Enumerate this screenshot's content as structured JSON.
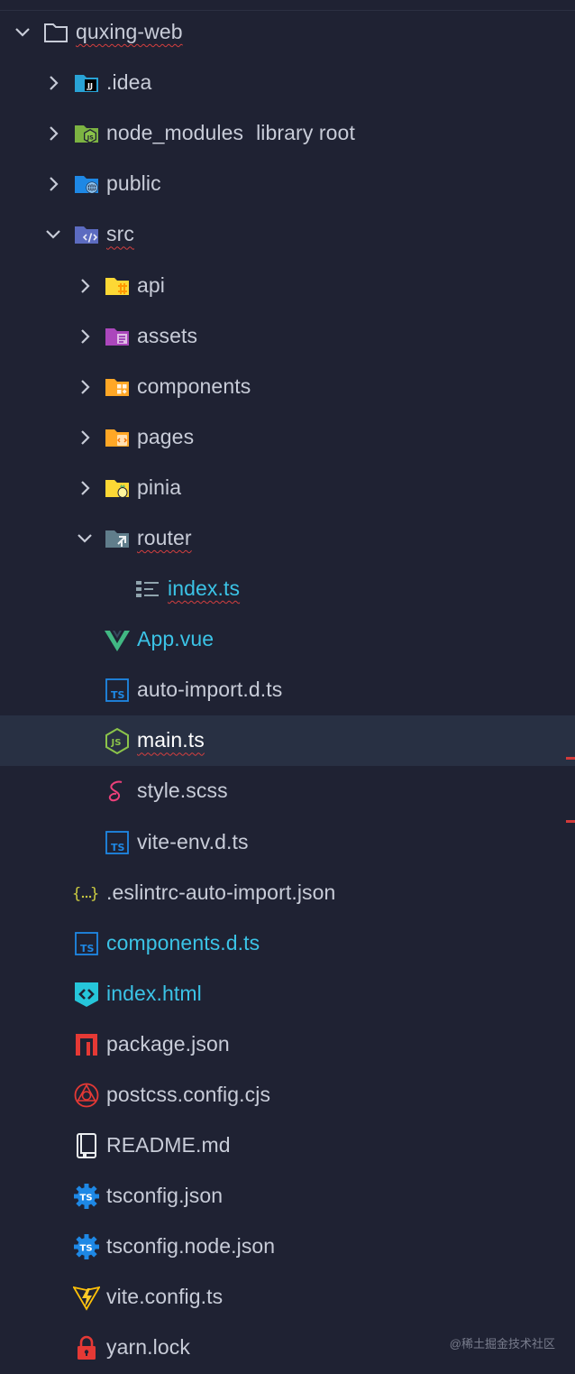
{
  "tree": {
    "root": {
      "label": "quxing-web",
      "expanded": true,
      "icon": "folder-outline-icon"
    },
    "items": [
      {
        "label": ".idea",
        "icon": "idea-folder-icon",
        "expanded": false
      },
      {
        "label": "node_modules",
        "suffix": "library root",
        "icon": "nodejs-folder-icon",
        "expanded": false
      },
      {
        "label": "public",
        "icon": "public-folder-icon",
        "expanded": false
      },
      {
        "label": "src",
        "icon": "src-folder-icon",
        "expanded": true
      },
      {
        "label": "api",
        "icon": "api-folder-icon",
        "expanded": false
      },
      {
        "label": "assets",
        "icon": "assets-folder-icon",
        "expanded": false
      },
      {
        "label": "components",
        "icon": "components-folder-icon",
        "expanded": false
      },
      {
        "label": "pages",
        "icon": "pages-folder-icon",
        "expanded": false
      },
      {
        "label": "pinia",
        "icon": "pinia-folder-icon",
        "expanded": false
      },
      {
        "label": "router",
        "icon": "router-folder-icon",
        "expanded": true
      },
      {
        "label": "index.ts",
        "icon": "route-file-icon"
      },
      {
        "label": "App.vue",
        "icon": "vue-icon"
      },
      {
        "label": "auto-import.d.ts",
        "icon": "typescript-def-icon"
      },
      {
        "label": "main.ts",
        "icon": "nodejs-icon"
      },
      {
        "label": "style.scss",
        "icon": "sass-icon"
      },
      {
        "label": "vite-env.d.ts",
        "icon": "typescript-def-icon"
      },
      {
        "label": ".eslintrc-auto-import.json",
        "icon": "json-braces-icon"
      },
      {
        "label": "components.d.ts",
        "icon": "typescript-def-icon"
      },
      {
        "label": "index.html",
        "icon": "html-icon"
      },
      {
        "label": "package.json",
        "icon": "npm-icon"
      },
      {
        "label": "postcss.config.cjs",
        "icon": "postcss-icon"
      },
      {
        "label": "README.md",
        "icon": "readme-book-icon"
      },
      {
        "label": "tsconfig.json",
        "icon": "tsconfig-gear-icon"
      },
      {
        "label": "tsconfig.node.json",
        "icon": "tsconfig-gear-icon"
      },
      {
        "label": "vite.config.ts",
        "icon": "vite-icon"
      },
      {
        "label": "yarn.lock",
        "icon": "lock-icon"
      }
    ]
  },
  "watermark": "@稀土掘金技术社区",
  "colors": {
    "background": "#1f2233",
    "selected_row": "#283043",
    "text": "#c8ccd8",
    "modified_text": "#3bc3e6",
    "error_underline": "#d43f3f"
  }
}
